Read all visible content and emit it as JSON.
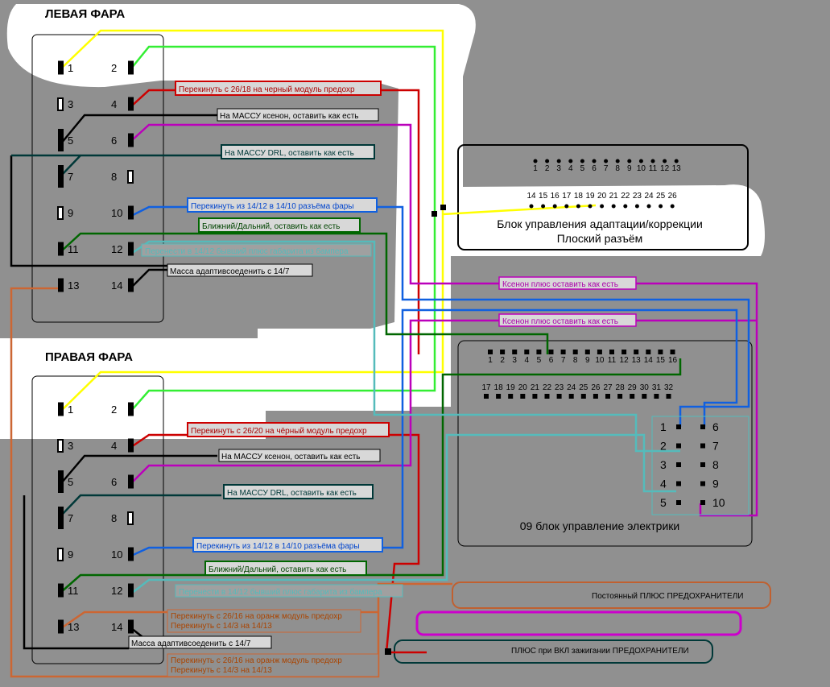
{
  "left_title": "ЛЕВАЯ ФАРА",
  "right_title": "ПРАВАЯ ФАРА",
  "pins": [
    "1",
    "2",
    "3",
    "4",
    "5",
    "6",
    "7",
    "8",
    "9",
    "10",
    "11",
    "12",
    "13",
    "14"
  ],
  "left_labels": [
    "Перекинуть с 26/18 на черный модуль предохр",
    "На МАССУ ксенон, оставить как есть",
    "На МАССУ DRL, оставить как есть",
    "Перекинуть из 14/12 в 14/10 разъёма фары",
    "Ближний/Дальний, оставить как есть",
    "Перенести в 14/12 бывший плюс габарита из бампера",
    "Масса адаптивсоеденить с 14/7"
  ],
  "right_labels": [
    "Перекинуть с 26/20 на чёрный модуль предохр",
    "На МАССУ ксенон, оставить как есть",
    "На МАССУ DRL, оставить как есть",
    "Перекинуть из 14/12 в 14/10 разъёма фары",
    "Ближний/Дальний, оставить как есть",
    "Перенести в 14/12 бывший плюс габарита из бампера",
    "Перекинуть с 26/16 на оранж модуль предохр",
    "Перекинуть с 14/3 на 14/13",
    "Масса адаптивсоеденить с 14/7",
    "Перекинуть с 26/16 на оранж модуль предохр",
    "Перекинуть с 14/3 на 14/13"
  ],
  "adapt_block": {
    "title1": "Блок управления адаптации/коррекции",
    "title2": "Плоский разъём",
    "row1": [
      "1",
      "2",
      "3",
      "4",
      "5",
      "6",
      "7",
      "8",
      "9",
      "10",
      "11",
      "12",
      "13"
    ],
    "row2": [
      "14",
      "15",
      "16",
      "17",
      "18",
      "19",
      "20",
      "21",
      "22",
      "23",
      "24",
      "25",
      "26"
    ]
  },
  "xenon_labels": [
    "Ксенон плюс оставить как есть",
    "Ксенон плюс оставить как есть"
  ],
  "elec_block": {
    "title": "09 блок управление электрики",
    "row1": [
      "1",
      "2",
      "3",
      "4",
      "5",
      "6",
      "7",
      "8",
      "9",
      "10",
      "11",
      "12",
      "13",
      "14",
      "15",
      "16"
    ],
    "row2": [
      "17",
      "18",
      "19",
      "20",
      "21",
      "22",
      "23",
      "24",
      "25",
      "26",
      "27",
      "28",
      "29",
      "30",
      "31",
      "32"
    ],
    "connector_left": [
      "1",
      "2",
      "3",
      "4",
      "5"
    ],
    "connector_right": [
      "6",
      "7",
      "8",
      "9",
      "10"
    ]
  },
  "fuse_labels": {
    "constant_plus": "Постоянный ПЛЮС ПРЕДОХРАНИТЕЛИ",
    "ignition_plus": "ПЛЮС при ВКЛ зажигании ПРЕДОХРАНИТЕЛИ"
  },
  "colors": {
    "yellow": "#ffff00",
    "green": "#33ee33",
    "red": "#cc0000",
    "purple": "#bb00bb",
    "blue": "#1060e0",
    "darkgreen": "#006600",
    "cyan": "#55bbbb",
    "orange": "#cc6633",
    "black": "#000000",
    "teal": "#003838",
    "magenta": "#cc00cc",
    "darkteal": "#004040"
  }
}
